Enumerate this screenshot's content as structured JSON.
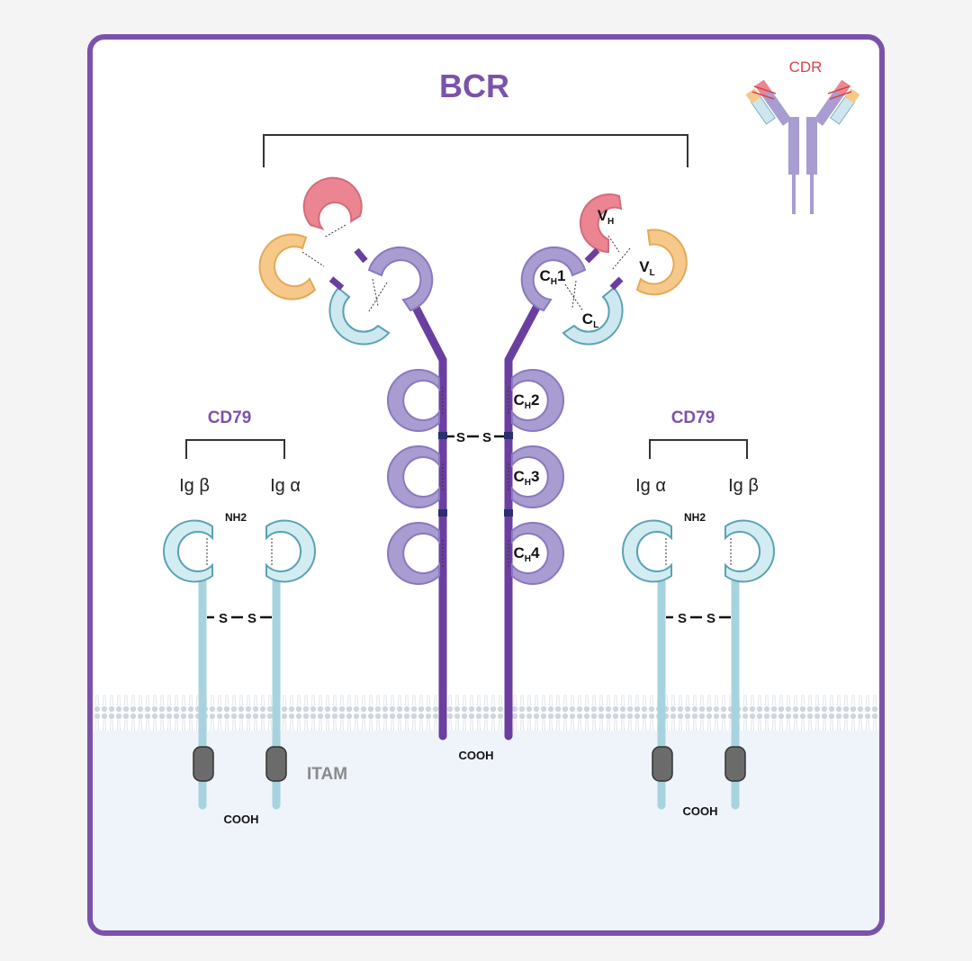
{
  "title": "BCR",
  "inset": {
    "label": "CDR"
  },
  "left_complex": {
    "label": "CD79",
    "chain_left": "Ig β",
    "chain_right": "Ig α",
    "nh2": "NH2",
    "cooh": "COOH",
    "itam": "ITAM"
  },
  "right_complex": {
    "label": "CD79",
    "chain_left": "Ig α",
    "chain_right": "Ig β",
    "nh2": "NH2",
    "cooh": "COOH"
  },
  "bcr": {
    "disulfide": "S",
    "cooh": "COOH",
    "domains": {
      "vh": {
        "main": "V",
        "sub": "H"
      },
      "vl": {
        "main": "V",
        "sub": "L"
      },
      "ch1": {
        "main": "C",
        "sub": "H",
        "suffix": "1"
      },
      "cl": {
        "main": "C",
        "sub": "L"
      },
      "ch2": {
        "main": "C",
        "sub": "H",
        "suffix": "2"
      },
      "ch3": {
        "main": "C",
        "sub": "H",
        "suffix": "3"
      },
      "ch4": {
        "main": "C",
        "sub": "H",
        "suffix": "4"
      }
    }
  },
  "colors": {
    "frame": "#7b52ab",
    "title": "#7b52ab",
    "heavy_chain": "#9e8fc9",
    "heavy_chain_dark": "#6a3fa0",
    "vh": "#ec8592",
    "vl": "#f6c98a",
    "cl": "#cde8ef",
    "cd79": "#d2ecf2",
    "cd79_stroke": "#5aa2b4",
    "stem": "#a7d3de",
    "itam": "#6b6b6b",
    "cytoplasm": "#eef4fa",
    "cdr": "#d8434b"
  }
}
